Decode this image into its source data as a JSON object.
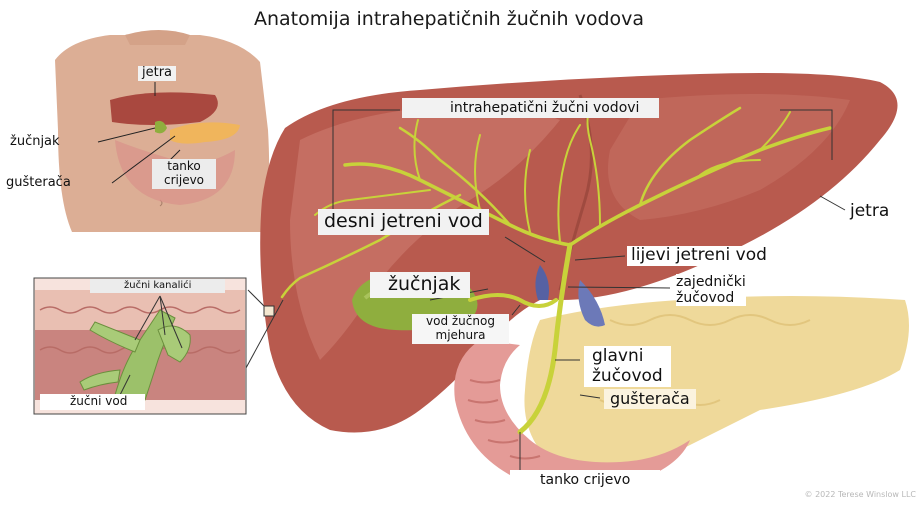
{
  "title": "Anatomija intrahepatičnih žučnih vodova",
  "credit": "© 2022 Terese Winslow LLC",
  "colors": {
    "liver": "#b85a4e",
    "liver_light": "#d98a7e",
    "ducts": "#c8d23a",
    "gallbladder": "#8fae3e",
    "pancreas": "#efd99a",
    "intestine": "#e49b97",
    "skin": "#dcae95",
    "stomach_blue": "#6c79b8"
  },
  "labels": {
    "inset_jetra": "jetra",
    "inset_zucnjak": "žučnjak",
    "inset_tanko": "tanko\ncrijevo",
    "inset_gusteraca": "gušterača",
    "intrahepatic": "intrahepatični žučni vodovi",
    "jetra": "jetra",
    "desni": "desni jetreni vod",
    "lijevi": "lijevi jetreni vod",
    "zucnjak": "žučnjak",
    "zajednicki": "zajednički\nžučovod",
    "vod_mjehura": "vod žučnog\nmjehura",
    "glavni": "glavni\nžučovod",
    "gusteraca": "gušterača",
    "tanko_crijevo": "tanko crijevo",
    "kanalici": "žučni kanalići",
    "zucni_vod": "žučni vod"
  }
}
